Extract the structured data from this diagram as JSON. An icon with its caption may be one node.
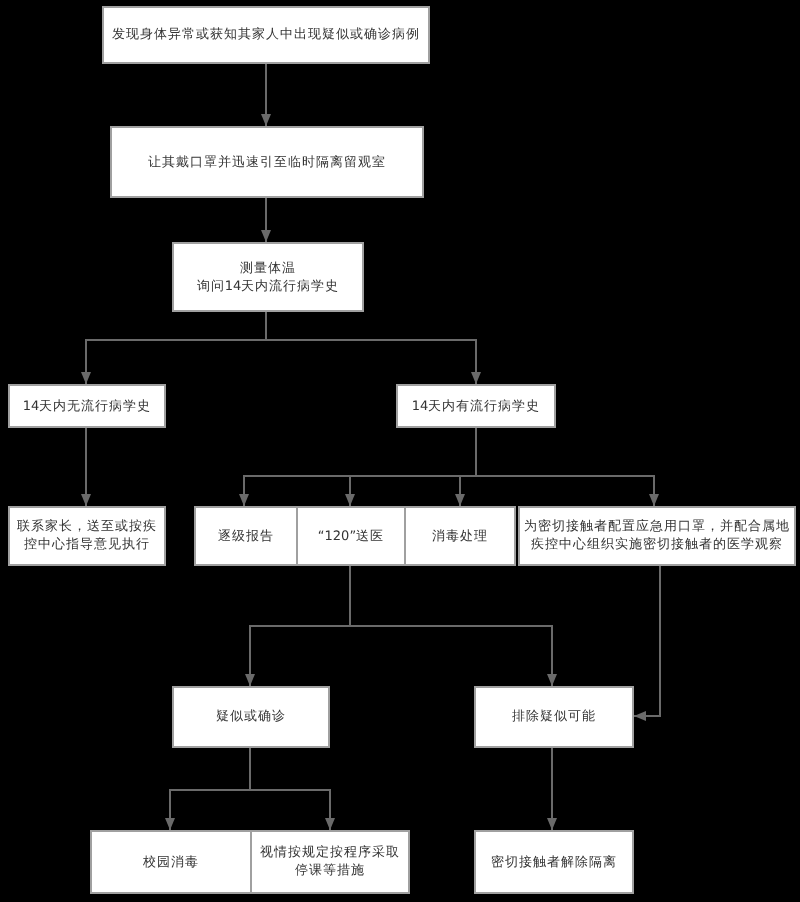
{
  "diagram": {
    "nodes": [
      {
        "text": [
          "发现身体异常或获知其家人中出现疑似或确诊病例"
        ]
      },
      {
        "text": [
          "让其戴口罩并迅速引至临时隔离留观室"
        ]
      },
      {
        "text": [
          "测量体温",
          "询问14天内流行病学史"
        ]
      },
      {
        "text": [
          "14天内无流行病学史"
        ]
      },
      {
        "text": [
          "14天内有流行病学史"
        ]
      },
      {
        "text": [
          "联系家长，送至或按疾控中心指导意见执行"
        ]
      },
      {
        "text": [
          "逐级报告"
        ]
      },
      {
        "text": [
          "“120”送医"
        ]
      },
      {
        "text": [
          "消毒处理"
        ]
      },
      {
        "text": [
          "为密切接触者配置应急用口罩，并配合属地疾控中心组织实施密切接触者的医学观察"
        ]
      },
      {
        "text": [
          "疑似或确诊"
        ]
      },
      {
        "text": [
          "排除疑似可能"
        ]
      },
      {
        "text": [
          "校园消毒"
        ]
      },
      {
        "text": [
          "视情按规定按程序采取停课等措施"
        ]
      },
      {
        "text": [
          "密切接触者解除隔离"
        ]
      }
    ],
    "edges": [
      {
        "from": 0,
        "to": 1,
        "arrow": "to"
      },
      {
        "from": 1,
        "to": 2,
        "arrow": "to"
      },
      {
        "from": 2,
        "to": 3,
        "arrow": "to"
      },
      {
        "from": 2,
        "to": 4,
        "arrow": "to"
      },
      {
        "from": 3,
        "to": 5,
        "arrow": "to"
      },
      {
        "from": 4,
        "to": 6,
        "arrow": "to"
      },
      {
        "from": 4,
        "to": 7,
        "arrow": "to"
      },
      {
        "from": 4,
        "to": 8,
        "arrow": "to"
      },
      {
        "from": 4,
        "to": 9,
        "arrow": "to"
      },
      {
        "from": 7,
        "to": 10,
        "arrow": "to"
      },
      {
        "from": 7,
        "to": 11,
        "arrow": "to"
      },
      {
        "from": 9,
        "to": 11,
        "arrow": "to"
      },
      {
        "from": 10,
        "to": 12,
        "arrow": "to"
      },
      {
        "from": 10,
        "to": 13,
        "arrow": "to"
      },
      {
        "from": 11,
        "to": 14,
        "arrow": "to"
      }
    ]
  }
}
